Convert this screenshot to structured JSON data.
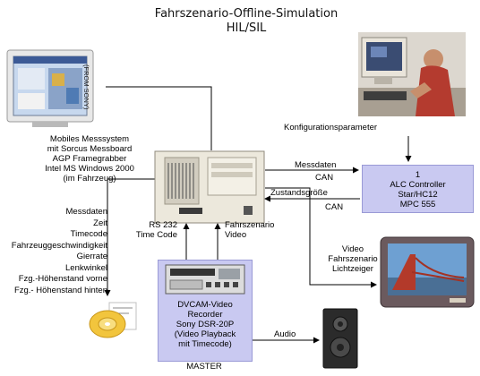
{
  "title": {
    "line1": "Fahrszenario-Offline-Simulation",
    "line2": "HIL/SIL"
  },
  "mobile_system": {
    "monitor_tag": "(FROM SONY)",
    "lines": [
      "Mobiles Messsystem",
      "mit Sorcus Messboard",
      "AGP Framegrabber",
      "Intel MS Windows 2000",
      "(im Fahrzeug)"
    ]
  },
  "workstation": {
    "label": "Konfigurationsparameter"
  },
  "links": {
    "messdaten": "Messdaten",
    "can_top": "CAN",
    "zustandsgroesse": "Zustandsgröße",
    "can_bottom": "CAN",
    "rs232": "RS 232",
    "timecode": "Time Code",
    "fahrszenario": "Fahrszenario",
    "video": "Video",
    "audio": "Audio"
  },
  "alc": {
    "lines": [
      "1",
      "ALC Controller",
      "Star/HC12",
      "MPC 555"
    ]
  },
  "data_list": {
    "lines": [
      "Messdaten",
      "Zeit",
      "Timecode",
      "Fahrzeuggeschwindigkeit",
      "Gierrate",
      "Lenkwinkel",
      "Fzg.-Höhenstand vorne",
      "Fzg.- Höhenstand hinten"
    ]
  },
  "display": {
    "lines": [
      "Video",
      "Fahrszenario",
      "Lichtzeiger"
    ]
  },
  "recorder": {
    "lines": [
      "DVCAM-Video",
      "Recorder",
      "Sony DSR-20P",
      "(Video Playback",
      "mit Timecode)"
    ],
    "master": "MASTER"
  }
}
